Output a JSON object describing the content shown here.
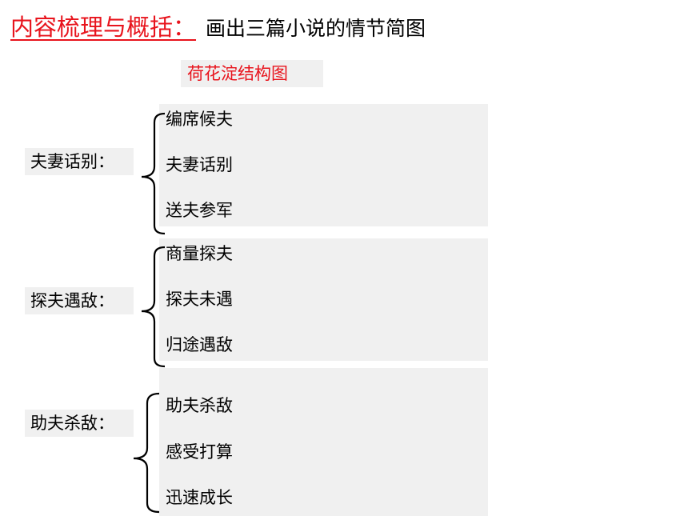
{
  "header": {
    "title_main": "内容梳理与概括：",
    "title_sub": "画出三篇小说的情节简图"
  },
  "diagram": {
    "subtitle": "荷花淀结构图",
    "groups": [
      {
        "label": "夫妻话别：",
        "items": [
          "编席候夫",
          "夫妻话别",
          "送夫参军"
        ]
      },
      {
        "label": "探夫遇敌：",
        "items": [
          "商量探夫",
          "探夫未遇",
          "归途遇敌"
        ]
      },
      {
        "label": "助夫杀敌：",
        "items": [
          "助夫杀敌",
          "感受打算",
          "迅速成长"
        ]
      }
    ]
  },
  "colors": {
    "accent_red": "#e8141d",
    "panel_gray": "#f0f0f0"
  }
}
